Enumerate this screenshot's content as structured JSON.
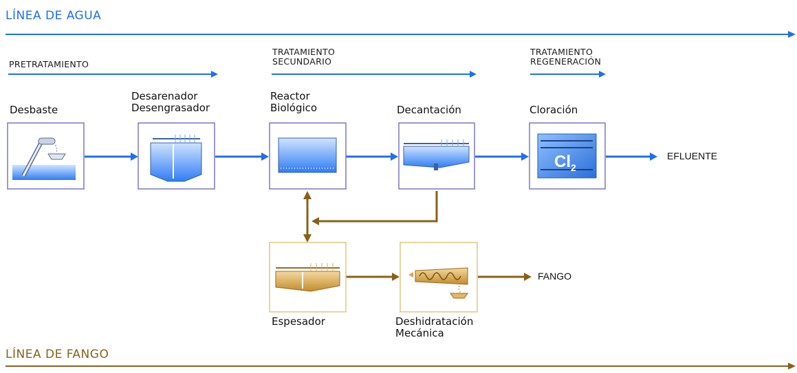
{
  "colors": {
    "water": "#1f6ff0",
    "sludge": "#8a6018",
    "water_box": "#7a76c8",
    "sludge_box": "#e0c67a"
  },
  "water_line": {
    "title": "LÍNEA DE AGUA"
  },
  "sludge_line": {
    "title": "LÍNEA DE FANGO"
  },
  "stages": {
    "pretreatment": "PRETRATAMIENTO",
    "secondary": "TRATAMIENTO\nSECUNDARIO",
    "regeneration": "TRATAMIENTO\nREGENERACIÓN"
  },
  "units": {
    "desbaste": "Desbaste",
    "desarenador": "Desarenador\nDesengrasador",
    "reactor": "Reactor\nBiológico",
    "decantacion": "Decantación",
    "cloracion": "Cloración",
    "espesador": "Espesador",
    "deshidratacion": "Deshidratación\nMecánica"
  },
  "outputs": {
    "effluent": "EFLUENTE",
    "sludge": "FANGO"
  },
  "chlorine_symbol": {
    "base": "Cl",
    "subscript": "2"
  }
}
